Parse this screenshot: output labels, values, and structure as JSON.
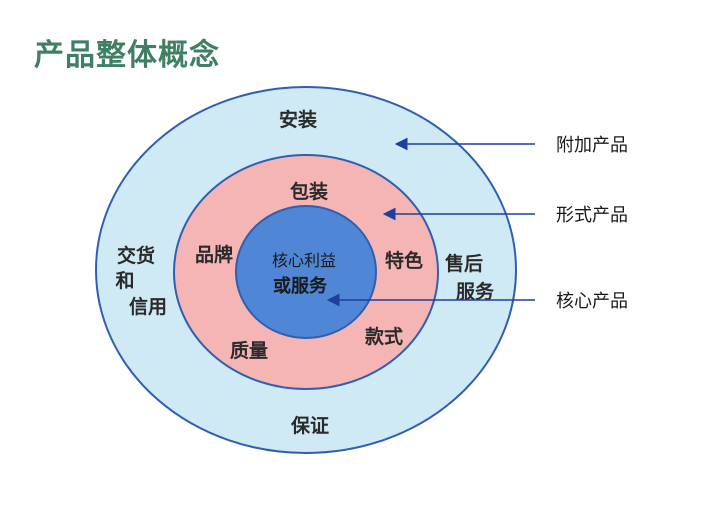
{
  "title": "产品整体概念",
  "layers": {
    "outer": {
      "fill": "#cfe9f5",
      "stroke": "#2f5fae",
      "labels": {
        "top": "安装",
        "bottom": "保证",
        "left_line1": "交货",
        "left_line2": "和",
        "left_line3": "信用",
        "right_line1": "售后",
        "right_line2": "服务"
      }
    },
    "middle": {
      "fill": "#f6b5b5",
      "stroke": "#2f5fae",
      "labels": {
        "top": "包装",
        "left": "品牌",
        "right": "特色",
        "bottom_left": "质量",
        "bottom_right": "款式"
      }
    },
    "core": {
      "fill": "#4f86d6",
      "stroke": "#2f5fae",
      "line1": "核心利益",
      "line2": "或服务"
    }
  },
  "annotations": {
    "outer_label": "附加产品",
    "middle_label": "形式产品",
    "core_label": "核心产品",
    "arrow_color": "#1f3f9f"
  }
}
